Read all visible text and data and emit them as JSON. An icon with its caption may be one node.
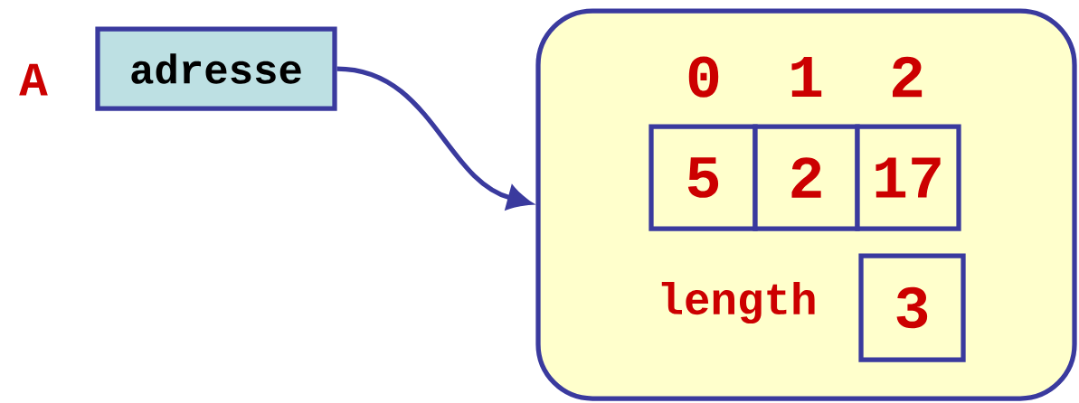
{
  "diagram": {
    "nodes": [
      {
        "text": [
          "adresse"
        ],
        "beside": [
          "A"
        ]
      },
      {
        "text": [],
        "shape": "box"
      },
      {
        "text": [
          "5"
        ],
        "in": 1,
        "beside": [
          "0"
        ]
      },
      {
        "text": [
          "2"
        ],
        "in": 1,
        "beside": [
          "1"
        ]
      },
      {
        "text": [
          "17"
        ],
        "in": 1,
        "beside": [
          "2"
        ]
      },
      {
        "text": [
          "3"
        ],
        "in": 1,
        "beside": [
          "length"
        ]
      }
    ],
    "edges": [
      {
        "from": 0,
        "to": 1,
        "arrow": "to"
      }
    ]
  }
}
